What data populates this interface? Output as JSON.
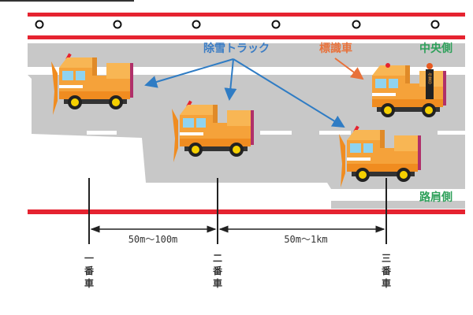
{
  "labels": {
    "snow_trucks": "除雪トラック",
    "sign_vehicle": "標識車",
    "center_side": "中央側",
    "shoulder_side": "路肩側",
    "sign_panel": "作業中"
  },
  "distances": [
    "50m〜100m",
    "50m〜1km"
  ],
  "vehicles": [
    {
      "c1": "一",
      "c2": "番",
      "c3": "車"
    },
    {
      "c1": "二",
      "c2": "番",
      "c3": "車"
    },
    {
      "c1": "三",
      "c2": "番",
      "c3": "車"
    }
  ],
  "colors": {
    "road_edge": "#e52330",
    "road": "#c8c8c8",
    "truck": "#f5a23a",
    "label_blue": "#3a7cc4",
    "label_orange": "#e8713a",
    "label_green": "#2ea05a"
  }
}
